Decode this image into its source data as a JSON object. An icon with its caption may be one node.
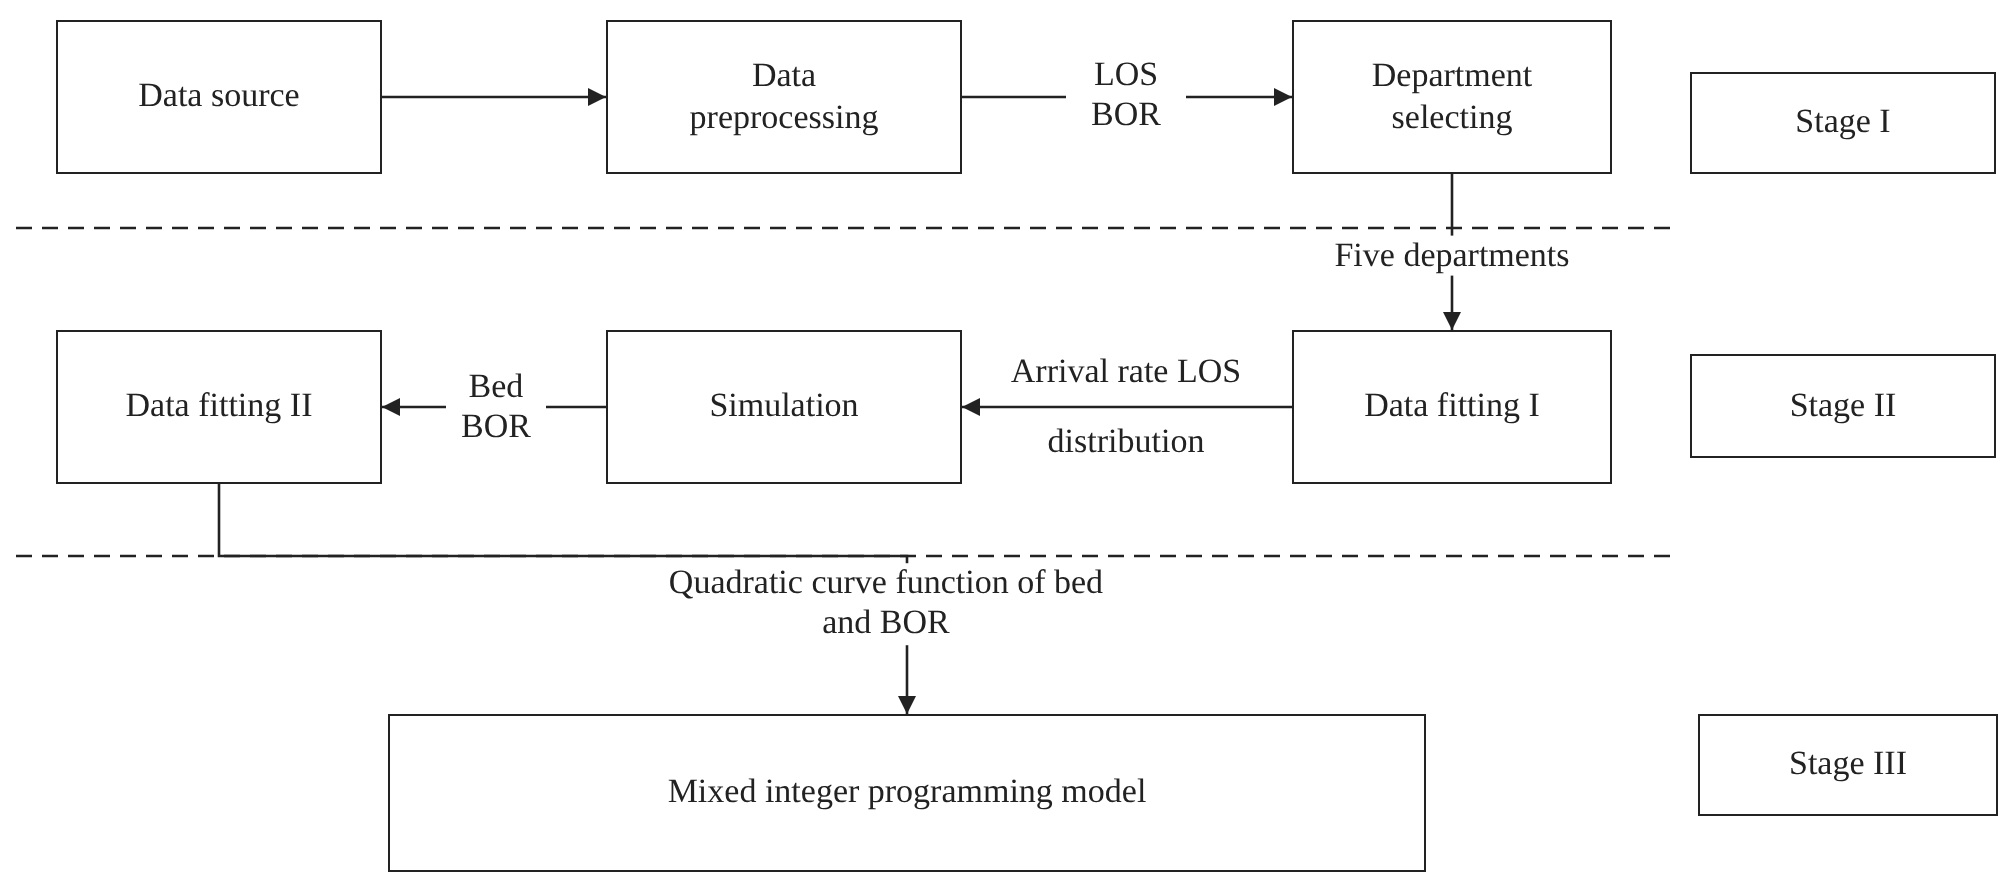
{
  "diagram": {
    "nodes": [
      {
        "text": [
          "Data source"
        ]
      },
      {
        "text": [
          "Data preprocessing"
        ]
      },
      {
        "text": [
          "Department selecting"
        ]
      },
      {
        "text": [
          "Stage I"
        ]
      },
      {
        "text": [
          "Data fitting II"
        ]
      },
      {
        "text": [
          "Simulation"
        ]
      },
      {
        "text": [
          "Data fitting I"
        ]
      },
      {
        "text": [
          "Stage II"
        ]
      },
      {
        "text": [
          "Mixed integer programming model"
        ]
      },
      {
        "text": [
          "Stage III"
        ]
      }
    ],
    "edges": [
      {
        "from": 0,
        "to": 1,
        "arrow": "to"
      },
      {
        "from": 1,
        "to": 2,
        "arrow": "to",
        "label": "LOS BOR"
      },
      {
        "from": 2,
        "to": 6,
        "arrow": "to",
        "label": "Five departments"
      },
      {
        "from": 6,
        "to": 5,
        "arrow": "to",
        "label": "Arrival rate LOS distribution"
      },
      {
        "from": 5,
        "to": 4,
        "arrow": "to",
        "label": "Bed BOR"
      },
      {
        "from": 4,
        "to": 8,
        "arrow": "to",
        "label": "Quadratic curve function of bed and BOR"
      }
    ]
  }
}
